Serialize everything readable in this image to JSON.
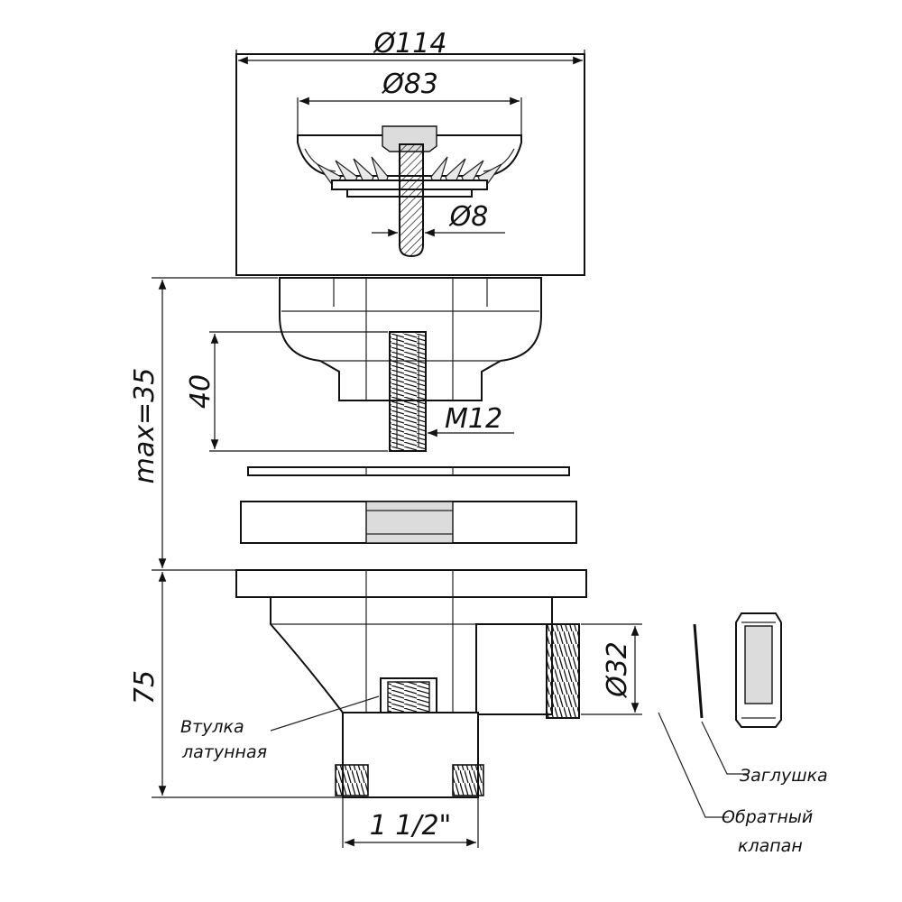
{
  "dimensions": {
    "outer_diameter": "Ø114",
    "basket_diameter": "Ø83",
    "stem_diameter": "Ø8",
    "height_max": "max=35",
    "thread_length": "40",
    "thread_size": "M12",
    "body_height": "75",
    "outlet_diameter": "Ø32",
    "outlet_thread": "1 1/2\""
  },
  "labels": {
    "bushing_line1": "Втулка",
    "bushing_line2": "латунная",
    "plug": "Заглушка",
    "check_valve_line1": "Обратный",
    "check_valve_line2": "клапан"
  },
  "colors": {
    "line": "#111111",
    "part_fill": "#ffffff",
    "shade": "#dcdcdc"
  }
}
